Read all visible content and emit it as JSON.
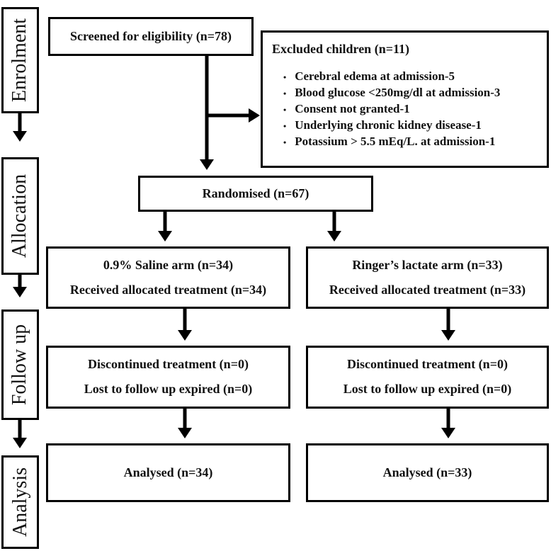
{
  "colors": {
    "background": "#ffffff",
    "box_fill": "#ffffff",
    "border": "#000000",
    "arrow": "#000000",
    "text": "#111111"
  },
  "stages": [
    {
      "label": "Enrolment"
    },
    {
      "label": "Allocation"
    },
    {
      "label": "Follow up"
    },
    {
      "label": "Analysis"
    }
  ],
  "flow": {
    "screened": {
      "label": "Screened for eligibility (n=78)"
    },
    "excluded": {
      "title": "Excluded children (n=11)",
      "bullet": "•",
      "reasons": [
        "Cerebral edema at admission-5",
        "Blood glucose <250mg/dl at admission-3",
        "Consent not granted-1",
        "Underlying chronic kidney disease-1",
        "Potassium > 5.5 mEq/L. at admission-1"
      ]
    },
    "randomised": {
      "label": "Randomised (n=67)"
    },
    "saline_arm": {
      "line1": "0.9% Saline arm (n=34)",
      "line2": "Received allocated treatment (n=34)"
    },
    "lactate_arm": {
      "line1": "Ringer’s lactate arm (n=33)",
      "line2": "Received allocated treatment (n=33)"
    },
    "saline_followup": {
      "line1": "Discontinued treatment (n=0)",
      "line2": "Lost to follow up expired (n=0)"
    },
    "lactate_followup": {
      "line1": "Discontinued treatment (n=0)",
      "line2": "Lost to follow up expired (n=0)"
    },
    "saline_analysed": {
      "label": "Analysed (n=34)"
    },
    "lactate_analysed": {
      "label": "Analysed (n=33)"
    }
  }
}
